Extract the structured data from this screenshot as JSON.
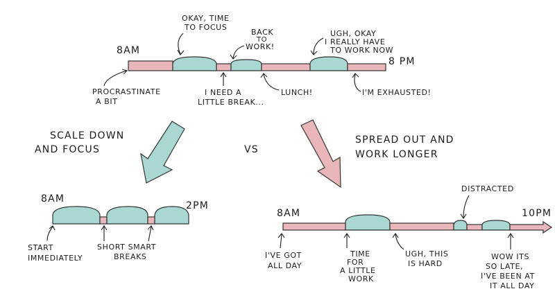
{
  "colors": {
    "procrastinate": "#e9b7b9",
    "focus": "#a9d8d3",
    "outline": "#333333",
    "arrow_focus": "#a9d8d3",
    "arrow_spread": "#e9b7b9"
  },
  "top": {
    "start_time": "8AM",
    "end_time": "8 PM",
    "note_focus": [
      "OKAY, TIME",
      "TO FOCUS"
    ],
    "note_back": [
      "BACK",
      "TO",
      "WORK!"
    ],
    "note_really": [
      "UGH, OKAY",
      "I REALLY HAVE",
      "TO WORK NOW"
    ],
    "note_procrastinate": [
      "PROCRASTINATE",
      "A BIT"
    ],
    "note_break": [
      "I NEED A",
      "LITTLE BREAK..."
    ],
    "note_lunch": "LUNCH!",
    "note_exhausted": "I'M EXHAUSTED!"
  },
  "middle": {
    "left_label": [
      "SCALE DOWN",
      "AND FOCUS"
    ],
    "vs": "VS",
    "right_label": [
      "SPREAD OUT AND",
      "WORK LONGER"
    ]
  },
  "left": {
    "start_time": "8AM",
    "end_time": "2PM",
    "note_start": [
      "START",
      "IMMEDIATELY"
    ],
    "note_breaks": [
      "SHORT SMART",
      "BREAKS"
    ]
  },
  "right": {
    "start_time": "8AM",
    "end_time": "10PM",
    "note_distracted": "DISTRACTED",
    "note_allday": [
      "I'VE GOT",
      "ALL DAY"
    ],
    "note_little": [
      "TIME",
      "FOR",
      "A LITTLE",
      "WORK"
    ],
    "note_hard": [
      "UGH, THIS",
      "IS HARD"
    ],
    "note_late": [
      "WOW ITS",
      "SO LATE,",
      "I'VE BEEN AT",
      "IT ALL DAY"
    ]
  }
}
